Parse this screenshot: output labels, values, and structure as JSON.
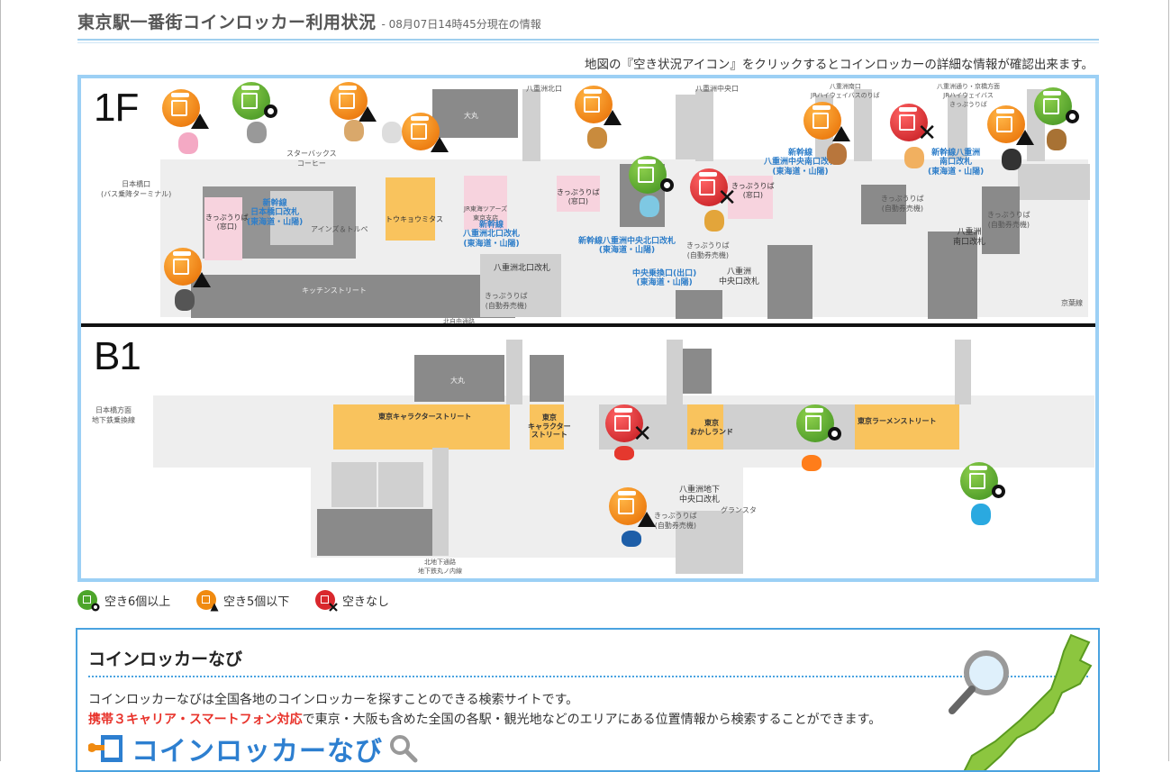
{
  "header": {
    "title": "東京駅一番街コインロッカー利用状況",
    "subtitle": "- 08月07日14時45分現在の情報"
  },
  "instruction": "地図の『空き状況アイコン』をクリックするとコインロッカーの詳細な情報が確認出来ます。",
  "map": {
    "floor_1f": "1F",
    "floor_b1": "B1",
    "labels_1f": {
      "nihonbashi_bus": "日本橋口\n(バス乗降ターミナル)",
      "starbucks": "スターバックス\nコーヒー",
      "daimaru": "大丸",
      "yaesu_north_top": "八重洲北口",
      "yaesu_central_top": "八重洲中央口",
      "yaesu_south_top1": "八重洲南口\nJRハイウェイバスのりば",
      "yaesu_south_top2": "八重洲通り・京橋方面\nJRハイウェイバス\nきっぷうりば",
      "nihonbashi_gate": "新幹線\n日本橋口改札\n(東海道・山陽)",
      "kippu_mado1": "きっぷうりば\n(窓口)",
      "ains": "アインズ＆トルペ",
      "tokyo_mitasu": "トウキョウミタス",
      "jr_tours": "JR東海ツアーズ\n東京支店",
      "kippu_mado2": "きっぷうりば\n(窓口)",
      "yaesu_north_gate_blue": "新幹線\n八重洲北口改札\n(東海道・山陽)",
      "yaesu_north_gate": "八重洲北口改札",
      "kippu_auto1": "きっぷうりば\n(自動券売機)",
      "kitchen_street": "キッチンストリート",
      "kita_jiyu": "北自由通路",
      "central_north_gate": "新幹線八重洲中央北口改札\n(東海道・山陽)",
      "kippu_auto2": "きっぷうりば\n(自動券売機)",
      "central_transfer": "中央乗換口(出口)\n(東海道・山陽)",
      "yaesu_central_gate": "八重洲\n中央口改札",
      "kippu_mado3": "きっぷうりば\n(窓口)",
      "central_south_gate": "新幹線\n八重洲中央南口改札\n(東海道・山陽)",
      "kippu_auto3": "きっぷうりば\n(自動券売機)",
      "yaesu_south_gate_blue": "新幹線八重洲\n南口改札\n(東海道・山陽)",
      "yaesu_south_gate": "八重洲\n南口改札",
      "kippu_auto4": "きっぷうりば\n(自動券売機)",
      "keiyo": "京葉線"
    },
    "labels_b1": {
      "nihonbashi_sub": "日本橋方面\n地下鉄乗換線",
      "character_street": "東京キャラクターストリート",
      "character_street2": "東京\nキャラクター\nストリート",
      "daimaru_b1": "大丸",
      "okashi": "東京\nおかしランド",
      "ramen": "東京ラーメンストリート",
      "yaesu_underground": "八重洲地下\n中央口改札",
      "kippu_auto_b1": "きっぷうりば\n(自動券売機)",
      "gransta": "グランスタ",
      "kita_chika": "北地下通路\n地下鉄丸ノ内線"
    },
    "markers_note": "status markers"
  },
  "legend": {
    "green": "空き6個以上",
    "orange": "空き5個以下",
    "red": "空きなし"
  },
  "navi": {
    "title": "コインロッカーなび",
    "desc1": "コインロッカーなびは全国各地のコインロッカーを探すことのできる検索サイトです。",
    "desc2_highlight": "携帯３キャリア・スマートフォン対応",
    "desc2_rest": "で東京・大阪も含めた全国の各駅・観光地などのエリアにある位置情報から検索することができます。",
    "logo_text": "コインロッカーなび"
  },
  "colors": {
    "accent_blue": "#4aa3e0",
    "map_border": "#9cd0f5",
    "green": "#4da52a",
    "orange": "#f08a10",
    "red": "#d9282d",
    "highlight_red": "#e8322a"
  }
}
